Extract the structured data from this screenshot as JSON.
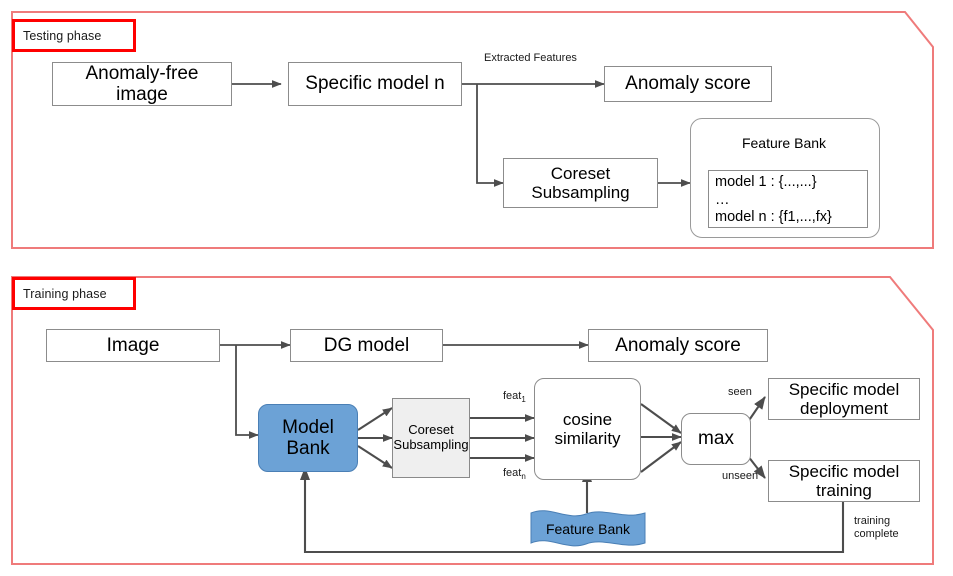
{
  "diagram": {
    "title_hidden": "",
    "accent_red": "#ff0000",
    "frame_red": "#ef7b7b",
    "blue": "#6ca2d6",
    "grey_fill": "#efefef",
    "stroke": "#595959"
  },
  "testing_phase": {
    "label": "Testing phase",
    "nodes": {
      "anomaly_free_image": {
        "line1": "Anomaly-free",
        "line2": "image"
      },
      "specific_model_n": {
        "line1": "Specific model n"
      },
      "anomaly_score": {
        "line1": "Anomaly score"
      },
      "coreset_subsampling": {
        "line1": "Coreset",
        "line2": "Subsampling"
      },
      "feature_bank_banner": {
        "label": "Feature Bank"
      },
      "model_list": {
        "row1": "model 1 : {...,...}",
        "row2": "…",
        "row3": "model n : {f1,...,fx}"
      }
    },
    "edge_labels": {
      "extracted_features": "Extracted Features"
    }
  },
  "training_phase": {
    "label": "Training phase",
    "nodes": {
      "image": {
        "line1": "Image"
      },
      "dg_model": {
        "line1": "DG model"
      },
      "anomaly_score": {
        "line1": "Anomaly score"
      },
      "model_bank": {
        "line1": "Model",
        "line2": "Bank"
      },
      "coreset_subsampling": {
        "line1": "Coreset",
        "line2": "Subsampling"
      },
      "cosine_similarity": {
        "line1": "cosine",
        "line2": "similarity"
      },
      "max": {
        "line1": "max"
      },
      "specific_model_deployment": {
        "line1": "Specific model",
        "line2": "deployment"
      },
      "specific_model_training": {
        "line1": "Specific model",
        "line2": "training"
      },
      "feature_bank_banner": {
        "label": "Feature Bank"
      }
    },
    "edge_labels": {
      "feat_first": "feat",
      "feat_first_sub": "1",
      "feat_last": "feat",
      "feat_last_sub": "n",
      "seen": "seen",
      "unseen": "unseen",
      "training_complete_l1": "training",
      "training_complete_l2": "complete"
    }
  }
}
